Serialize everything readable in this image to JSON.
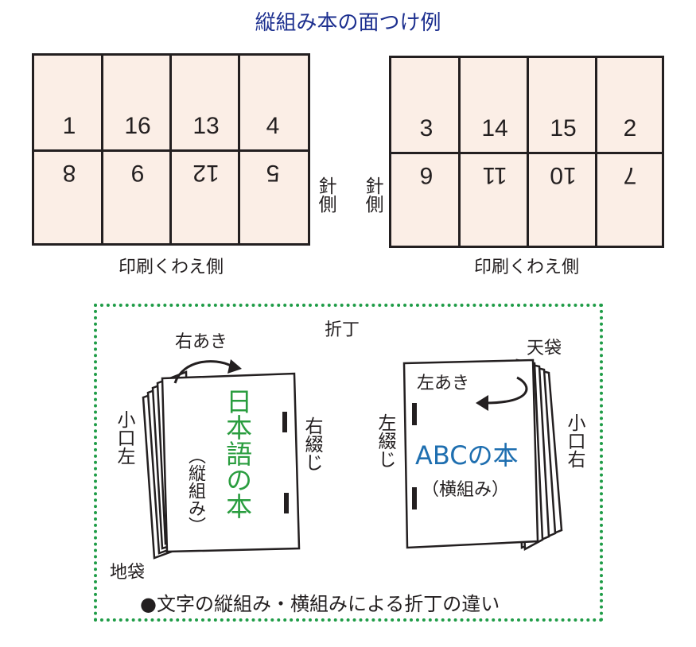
{
  "title": "縦組み本の面つけ例",
  "left_sheet": {
    "top_row": [
      "1",
      "16",
      "13",
      "4"
    ],
    "bottom_row": [
      "8",
      "9",
      "12",
      "5"
    ],
    "caption": "印刷くわえ側"
  },
  "right_sheet": {
    "top_row": [
      "3",
      "14",
      "15",
      "2"
    ],
    "bottom_row": [
      "6",
      "11",
      "10",
      "7"
    ],
    "caption": "印刷くわえ側"
  },
  "needle_left": "針側",
  "needle_right": "針側",
  "fold_section": {
    "title": "折丁",
    "left_book": {
      "open_label": "右あき",
      "edge_label": "小口左",
      "bottom_label": "地袋",
      "binding_label": "右綴じ",
      "main_text": "日本語の本",
      "sub_text": "（縦組み）"
    },
    "right_book": {
      "open_label": "左あき",
      "top_label": "天袋",
      "edge_label": "小口右",
      "binding_label": "左綴じ",
      "main_text": "ABCの本",
      "sub_text": "（横組み）"
    },
    "caption": "●文字の縦組み・横組みによる折丁の違い"
  },
  "colors": {
    "title": "#1c2f8f",
    "sheet": "#fbeee6",
    "dotted": "#1f9c47",
    "jp": "#2a9d3f",
    "abc": "#1f6fb0"
  }
}
